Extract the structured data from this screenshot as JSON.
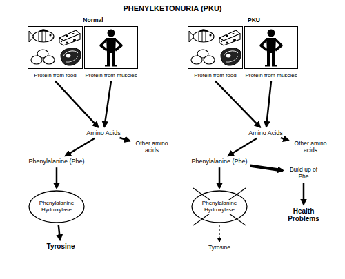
{
  "diagram": {
    "title": "PHENYLKETONURIA (PKU)",
    "nodes": [
      {
        "text": [
          "Protein from food"
        ]
      },
      {
        "text": [
          "Protein from muscles"
        ]
      },
      {
        "text": [
          "Protein from food"
        ]
      },
      {
        "text": [
          "Protein from muscles"
        ]
      },
      {
        "text": [
          "Amino Acids"
        ]
      },
      {
        "text": [
          "Amino Acids"
        ]
      },
      {
        "text": [
          "Phenylalanine (Phe)"
        ]
      },
      {
        "text": [
          "Other amino acids"
        ]
      },
      {
        "text": [
          "Phenylalanine (Phe)"
        ]
      },
      {
        "text": [
          "Other amino acids"
        ]
      },
      {
        "text": [
          "Build up of Phe"
        ]
      },
      {
        "text": [
          "Phenylalanine Hydroxylase"
        ]
      },
      {
        "text": [
          "Phenylalanine Hydroxylase"
        ]
      },
      {
        "text": [
          "Health Problems"
        ]
      },
      {
        "text": [
          "Tyrosine"
        ]
      },
      {
        "text": [
          "Tyrosine"
        ]
      }
    ],
    "edges": [
      {
        "from": 0,
        "to": 4,
        "arrow": "to"
      },
      {
        "from": 1,
        "to": 4,
        "arrow": "to"
      },
      {
        "from": 2,
        "to": 5,
        "arrow": "to"
      },
      {
        "from": 3,
        "to": 5,
        "arrow": "to"
      },
      {
        "from": 4,
        "to": 6,
        "arrow": "to"
      },
      {
        "from": 4,
        "to": 7,
        "arrow": "to"
      },
      {
        "from": 5,
        "to": 8,
        "arrow": "to"
      },
      {
        "from": 5,
        "to": 9,
        "arrow": "to"
      },
      {
        "from": 6,
        "to": 11,
        "arrow": "to"
      },
      {
        "from": 11,
        "to": 14,
        "arrow": "to"
      },
      {
        "from": 8,
        "to": 12,
        "arrow": "to"
      },
      {
        "from": 12,
        "to": 15,
        "arrow": "to"
      },
      {
        "from": 8,
        "to": 10,
        "arrow": "to"
      },
      {
        "from": 10,
        "to": 13,
        "arrow": "to"
      }
    ],
    "labels": [
      "Normal",
      "PKU"
    ]
  }
}
